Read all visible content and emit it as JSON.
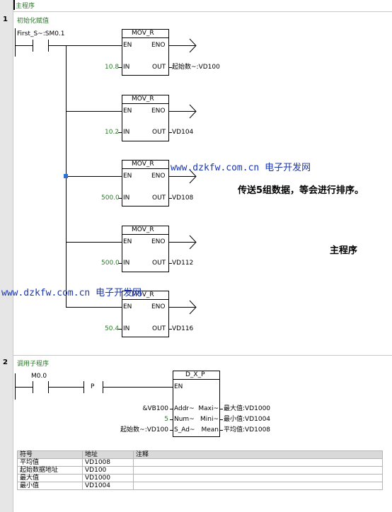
{
  "program_title": "主程序",
  "networks": [
    {
      "number": "1",
      "comment": "初始化赋值",
      "contact_label": "First_S~:SM0.1",
      "blocks": [
        {
          "name": "MOV_R",
          "en": "EN",
          "eno": "ENO",
          "in_label": "IN",
          "out_label": "OUT",
          "in_value": "10.8",
          "out_value": "起始数~:VD100"
        },
        {
          "name": "MOV_R",
          "en": "EN",
          "eno": "ENO",
          "in_label": "IN",
          "out_label": "OUT",
          "in_value": "10.2",
          "out_value": "VD104"
        },
        {
          "name": "MOV_R",
          "en": "EN",
          "eno": "ENO",
          "in_label": "IN",
          "out_label": "OUT",
          "in_value": "500.0",
          "out_value": "VD108"
        },
        {
          "name": "MOV_R",
          "en": "EN",
          "eno": "ENO",
          "in_label": "IN",
          "out_label": "OUT",
          "in_value": "500.0",
          "out_value": "VD112"
        },
        {
          "name": "MOV_R",
          "en": "EN",
          "eno": "ENO",
          "in_label": "IN",
          "out_label": "OUT",
          "in_value": "50.4",
          "out_value": "VD116"
        }
      ]
    },
    {
      "number": "2",
      "comment": "调用子程序",
      "contact_label": "M0.0",
      "p_label": "P",
      "block": {
        "name": "D_X_P",
        "en": "EN",
        "inputs": [
          {
            "label": "Addr~",
            "value": "&VB100"
          },
          {
            "label": "Num~",
            "value": "5"
          },
          {
            "label": "S_Ad~",
            "value": "起始数~:VD100"
          }
        ],
        "outputs": [
          {
            "label": "Maxi~",
            "value": "最大值:VD1000"
          },
          {
            "label": "Mini~",
            "value": "最小值:VD1004"
          },
          {
            "label": "Mean",
            "value": "平均值:VD1008"
          }
        ]
      }
    }
  ],
  "watermark": {
    "url": "www.dzkfw.com.cn",
    "cn": "电子开发网"
  },
  "annotations": {
    "note": "传送5组数据，等会进行排序。",
    "main": "主程序"
  },
  "symbol_table": {
    "headers": [
      "符号",
      "地址",
      "注释"
    ],
    "rows": [
      [
        "平均值",
        "VD1008",
        ""
      ],
      [
        "起始数据地址",
        "VD100",
        ""
      ],
      [
        "最大值",
        "VD1000",
        ""
      ],
      [
        "最小值",
        "VD1004",
        ""
      ]
    ]
  },
  "colors": {
    "wire": "#000000",
    "text_green": "#2a7a2a",
    "watermark": "#1a35b0",
    "branch_dot": "#2f6fd6",
    "gutter": "#e6e6e6"
  }
}
